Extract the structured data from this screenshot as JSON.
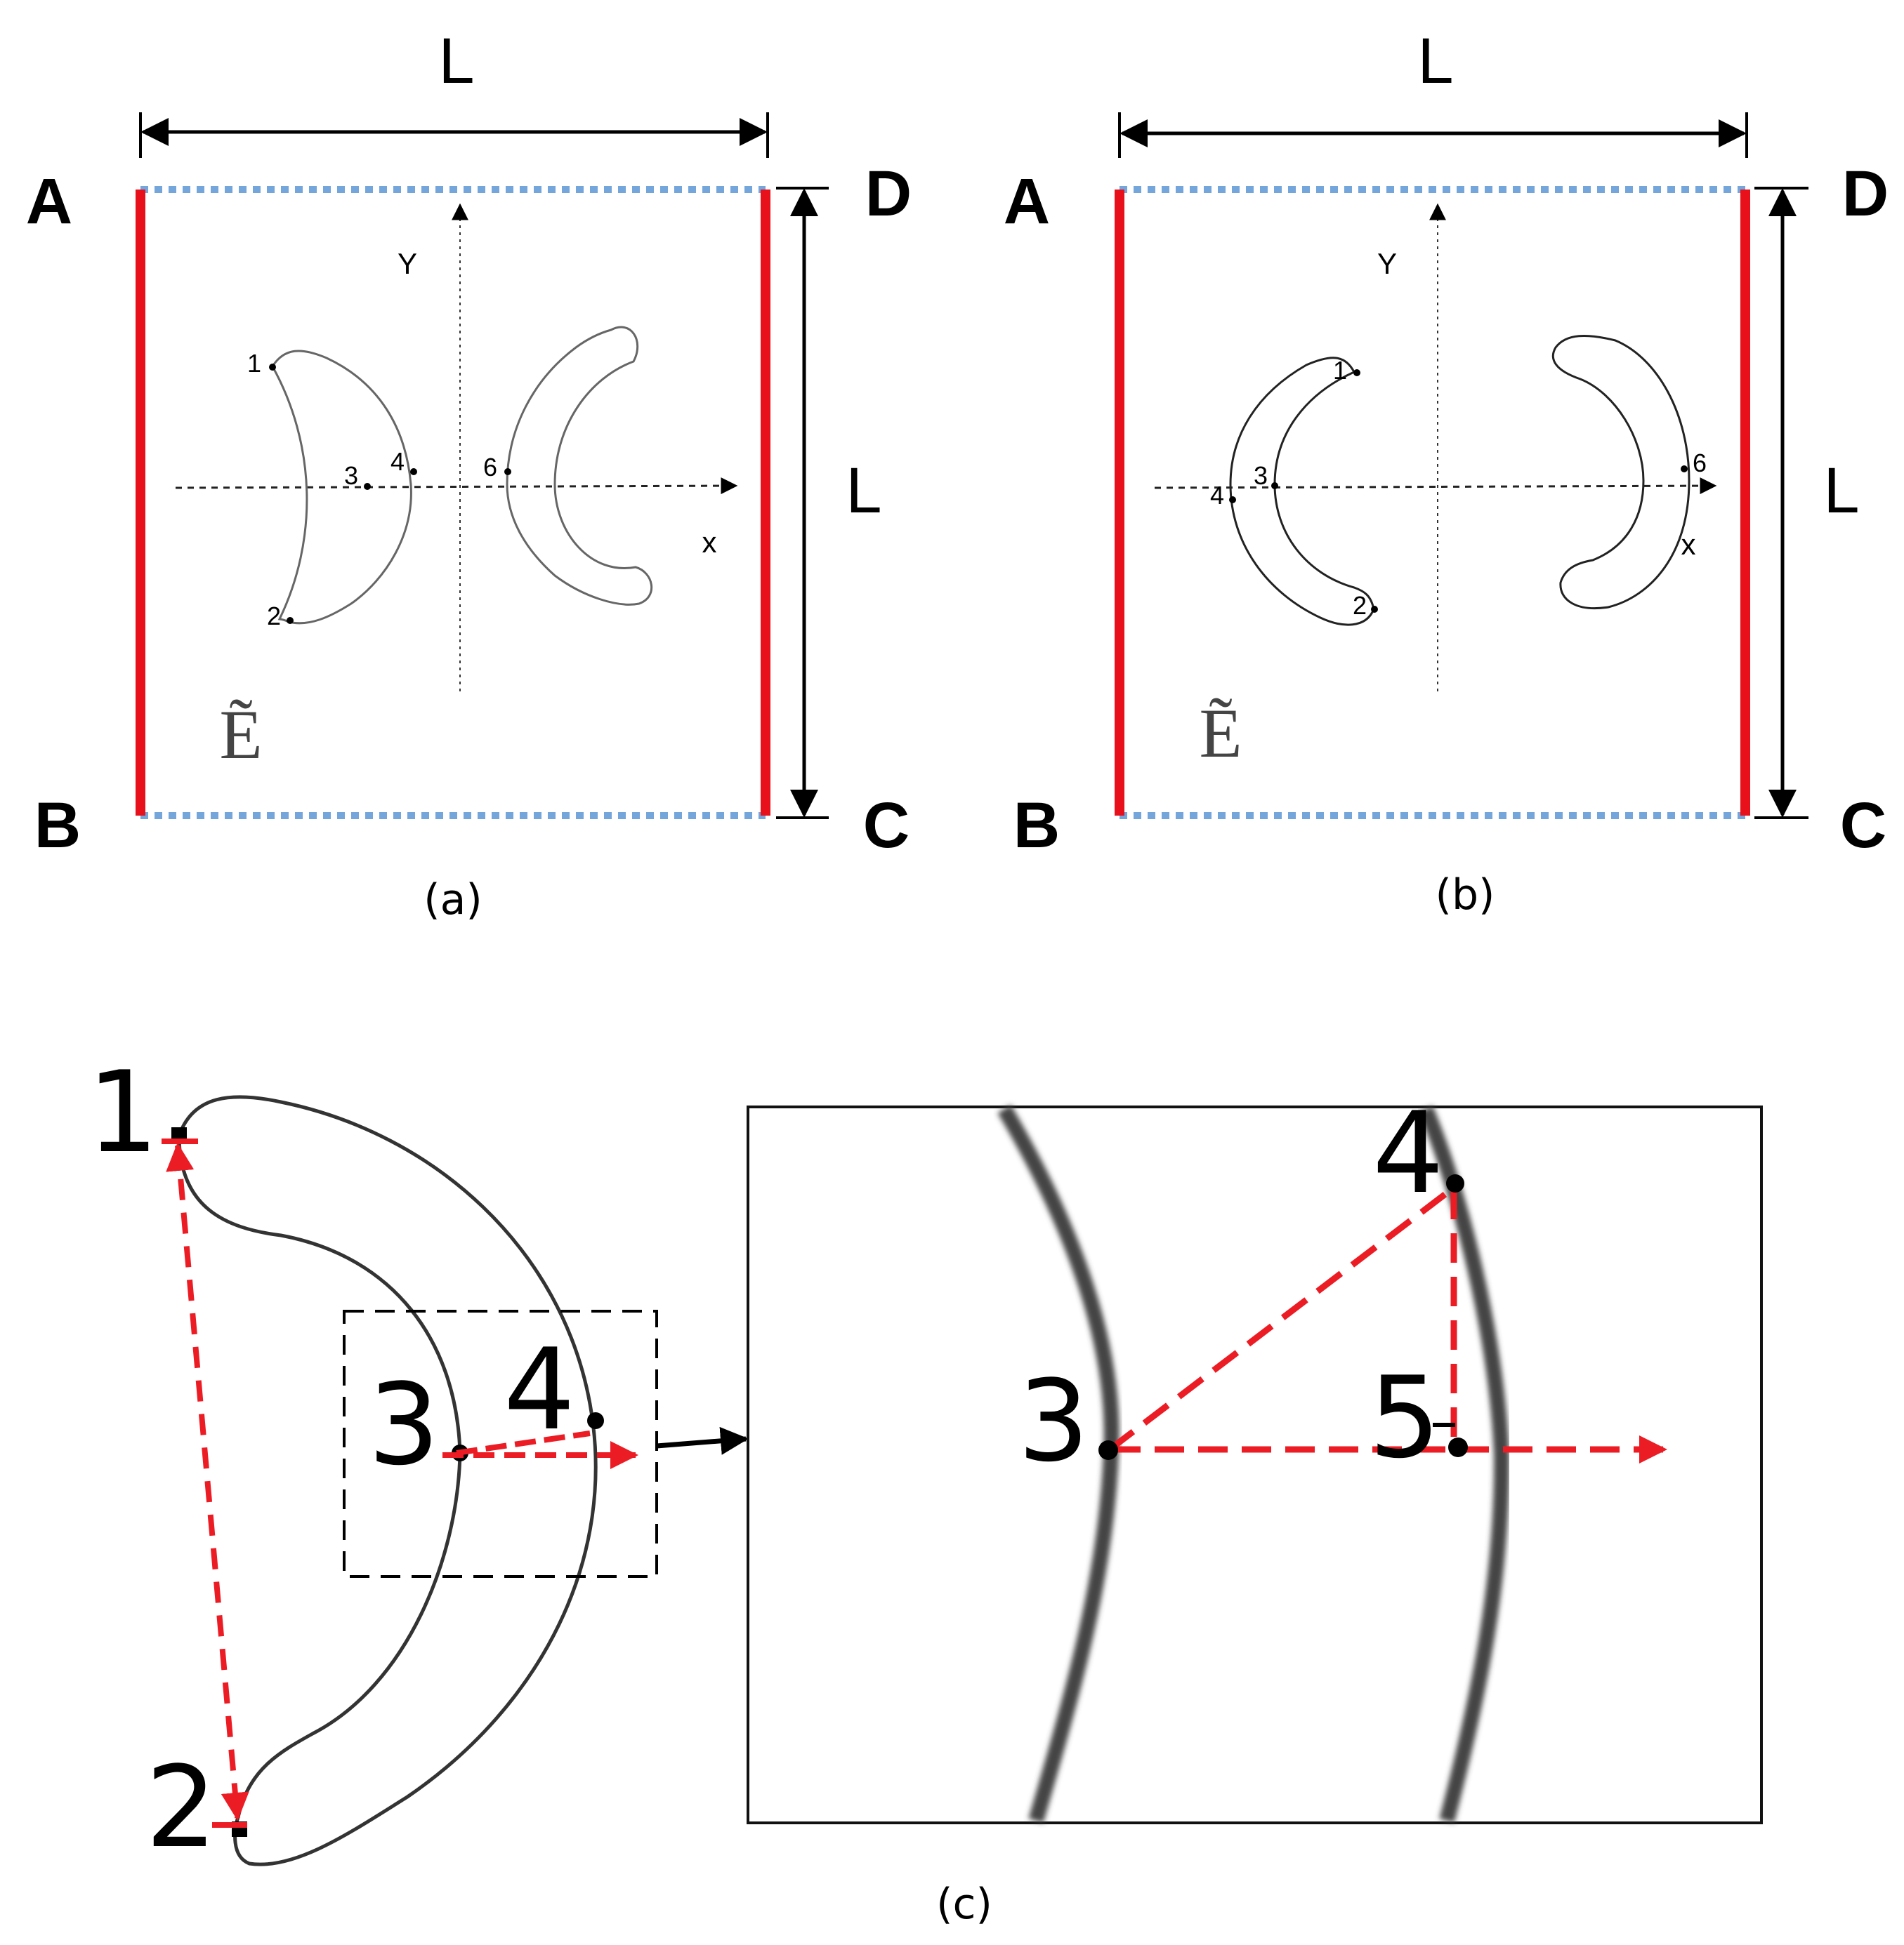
{
  "panel_a": {
    "dim_top": "L",
    "dim_right": "L",
    "corner_a": "A",
    "corner_b": "B",
    "corner_c": "C",
    "corner_d": "D",
    "axis_y": "Y",
    "axis_x": "x",
    "point_1": "1",
    "point_2": "2",
    "point_3": "3",
    "point_4": "4",
    "point_6": "6",
    "domain_symbol": "Ẽ",
    "caption": "(a)"
  },
  "panel_b": {
    "dim_top": "L",
    "dim_right": "L",
    "corner_a": "A",
    "corner_b": "B",
    "corner_c": "C",
    "corner_d": "D",
    "axis_y": "Y",
    "axis_x": "x",
    "point_1": "1",
    "point_2": "2",
    "point_3": "3",
    "point_4": "4",
    "point_6": "6",
    "domain_symbol": "Ẽ",
    "caption": "(b)"
  },
  "panel_c": {
    "point_1": "1",
    "point_2": "2",
    "point_3": "3",
    "point_4": "4",
    "zoom_point_3": "3",
    "zoom_point_4": "4",
    "zoom_point_5": "5",
    "caption": "(c)"
  },
  "colors": {
    "periodic_boundary": "#e8101a",
    "dotted_boundary": "#74a6dc",
    "measure_arrow": "#ec1c24",
    "outline": "#222222"
  }
}
